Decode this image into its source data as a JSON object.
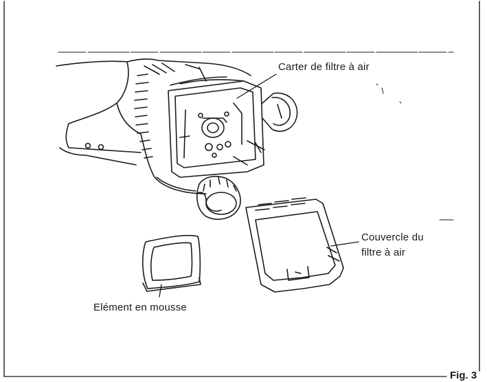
{
  "labels": {
    "air_filter_housing": "Carter de filtre à air",
    "air_filter_cover_line1": "Couvercle du",
    "air_filter_cover_line2": "filtre à air",
    "foam_element": "Elément en mousse"
  },
  "figure_ref": "Fig. 3"
}
